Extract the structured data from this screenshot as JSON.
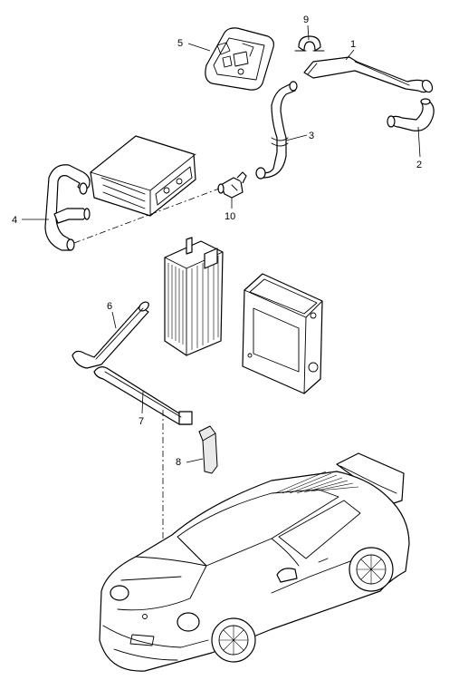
{
  "diagram": {
    "callouts": [
      {
        "id": "c1",
        "label": "1"
      },
      {
        "id": "c2",
        "label": "2"
      },
      {
        "id": "c3",
        "label": "3"
      },
      {
        "id": "c4",
        "label": "4"
      },
      {
        "id": "c5",
        "label": "5"
      },
      {
        "id": "c6",
        "label": "6"
      },
      {
        "id": "c7",
        "label": "7"
      },
      {
        "id": "c8",
        "label": "8"
      },
      {
        "id": "c9",
        "label": "9"
      },
      {
        "id": "c10",
        "label": "10"
      }
    ],
    "line_color": "#000000",
    "background": "#ffffff"
  }
}
